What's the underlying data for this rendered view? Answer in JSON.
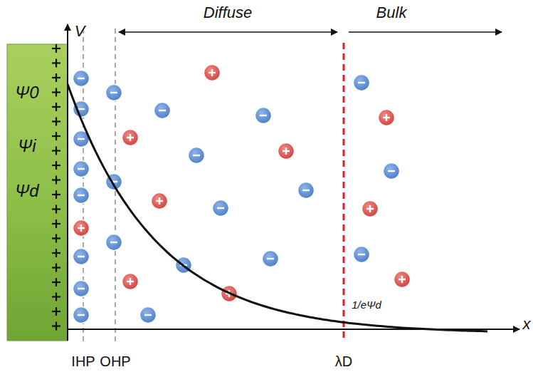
{
  "diagram": {
    "labels": [
      "V",
      "Diffuse",
      "Bulk",
      "Ψ0",
      "Ψi",
      "Ψd",
      "1/eΨd",
      "x",
      "IHP",
      "OHP",
      "λD"
    ]
  }
}
